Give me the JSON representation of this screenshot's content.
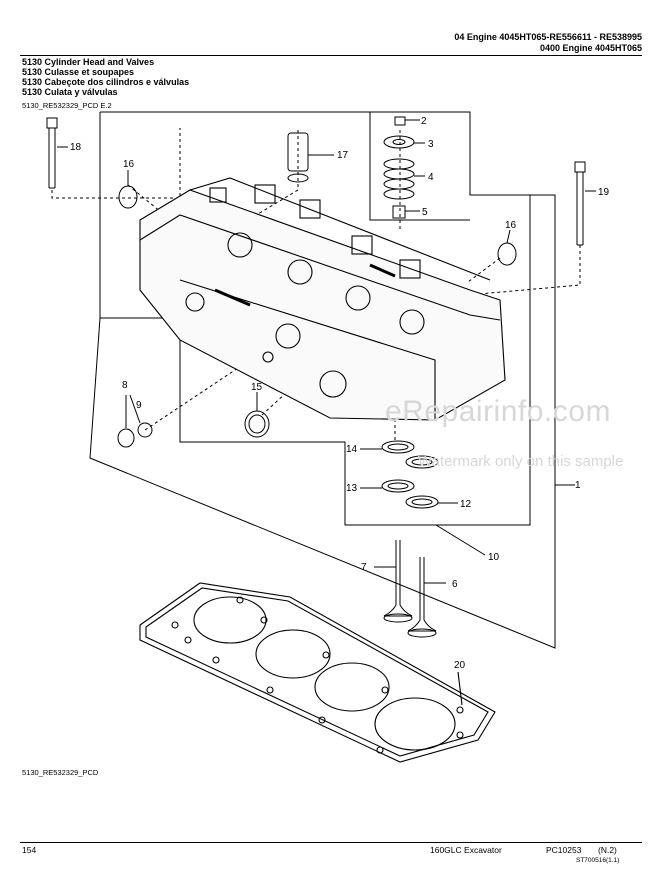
{
  "header": {
    "line1": "04 Engine 4045HT065-RE556611 - RE538995",
    "line2": "0400 Engine 4045HT065"
  },
  "titles": [
    "5130 Cylinder Head and Valves",
    "5130 Culasse et soupapes",
    "5130 Cabeçote dos cilindros e válvulas",
    "5130 Culata y válvulas"
  ],
  "figure_ref_top": "5130_RE532329_PCD E.2",
  "figure_ref_bottom": "5130_RE532329_PCD",
  "callouts": [
    "1",
    "2",
    "3",
    "4",
    "5",
    "6",
    "7",
    "8",
    "9",
    "10",
    "12",
    "13",
    "14",
    "15",
    "16",
    "16",
    "17",
    "18",
    "19",
    "20"
  ],
  "watermark": {
    "main": "eRepairinfo.com",
    "sub": "Watermark only on this sample"
  },
  "footer": {
    "page": "154",
    "model": "160GLC Excavator",
    "pc": "PC10253",
    "rev": "(N.2)",
    "code": "ST700516(1.1)"
  }
}
